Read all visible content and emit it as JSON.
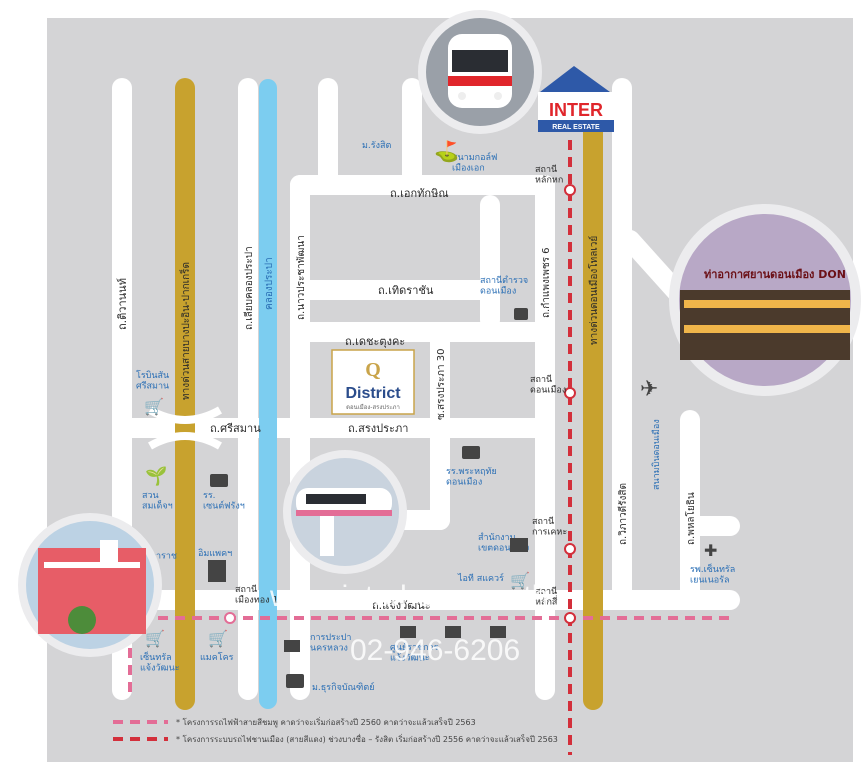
{
  "logo": {
    "brand": "INTER",
    "sub": "REAL ESTATE"
  },
  "roads": {
    "ekkathosarot": "ถ.เอกทักษิณ",
    "thoet_racha": "ถ.เทิดราชัน",
    "decha_tungkha": "ถ.เดชะตุงคะ",
    "si_saman": "ถ.ศรีสมาน",
    "songprapa": "ถ.สรงประภา",
    "chaeng_watthana": "ถ.แจ้งวัฒนะ",
    "tiwanon": "ถ.ติวานนท์",
    "liap_khlong_prapa": "ถ.เลียบคลองประปา",
    "nawa_pracha_phatthana": "ถ.นาวประชาพัฒนา",
    "kamphaeng_phet_6": "ถ.กำแพงเพชร 6",
    "soi_songprapa_30": "ซ.สรงประภา 30",
    "vibhavadi": "ถ.วิภาวดีรังสิต",
    "phahonyothin": "ถ.พหลโยธิน",
    "expressway_left": "ทางด่วนสายบางปะอิน-ปากเกร็ด",
    "expressway_right": "ทางด่วนดอนเมืองโทลเวย์",
    "canal": "คลองประปา"
  },
  "stations": {
    "lak_hok": "สถานี\nหลักหก",
    "don_mueang": "สถานี\nดอนเมือง",
    "kan_kheha": "สถานี\nการเคหะ",
    "lak_si": "สถานี\nหลักสี่",
    "mueang_thong_1": "สถานี\nเมืองทอง 1"
  },
  "places": {
    "rangsit_u": "ม.รังสิต",
    "golf": "สนามกอล์ฟ\nเมืองเอก",
    "police": "สถานีตำรวจ\nดอนเมือง",
    "robinson": "โรบินสัน\nศรีสมาน",
    "school_phrahruthai": "รร.พระหฤทัย\nดอนเมือง",
    "park": "สวน\nสมเด็จฯ",
    "school_saint": "รร.\nเซนต์ฟรังฯ",
    "ubonpracha": "ม.ฯ\nจิรัมภาราช",
    "impact": "อิมแพคฯ",
    "district_office": "สำนักงาน\nเขตดอนเมือง",
    "it_square": "ไอที สแควร์",
    "central": "เซ็นทรัล\nแจ้งวัฒนะ",
    "makro": "แมคโคร",
    "mea": "การประปา\nนครหลวง",
    "govt_center": "ศูนย์ราชการ\nแจ้งวัฒนะ",
    "dhurakij": "ม.ธุรกิจบัณฑิตย์",
    "bangkok_hospital": "รพ.เซ็นทรัล\nเยนเนอรัล",
    "airport_road": "สนามบินดอนเมือง",
    "airport_photo_caption": "ท่าอากาศยานดอนเมือง DON"
  },
  "project": {
    "q": "Q",
    "name": "District",
    "sub": "ดอนเมือง-สรงประภา"
  },
  "watermark": {
    "url": "www.interhome.co.th",
    "phone": "02-946-6206"
  },
  "legend": [
    {
      "style": "pink-dash",
      "text": "* โครงการรถไฟฟ้าสายสีชมพู คาดว่าจะเริ่มก่อสร้างปี 2560 คาดว่าจะแล้วเสร็จปี 2563"
    },
    {
      "style": "red-dash",
      "text": "* โครงการระบบรถไฟชานเมือง (สายสีแดง) ช่วงบางซื่อ – รังสิต เริ่มก่อสร้างปี 2556 คาดว่าจะแล้วเสร็จปี 2563"
    }
  ],
  "colors": {
    "background": "#d4d4d6",
    "road": "#ffffff",
    "expressway": "#c8a22e",
    "canal": "#7ccdf0",
    "red_line": "#d32f3b",
    "pink_line": "#e36d96",
    "logo_blue": "#2e59a8",
    "logo_red": "#e0262b"
  }
}
